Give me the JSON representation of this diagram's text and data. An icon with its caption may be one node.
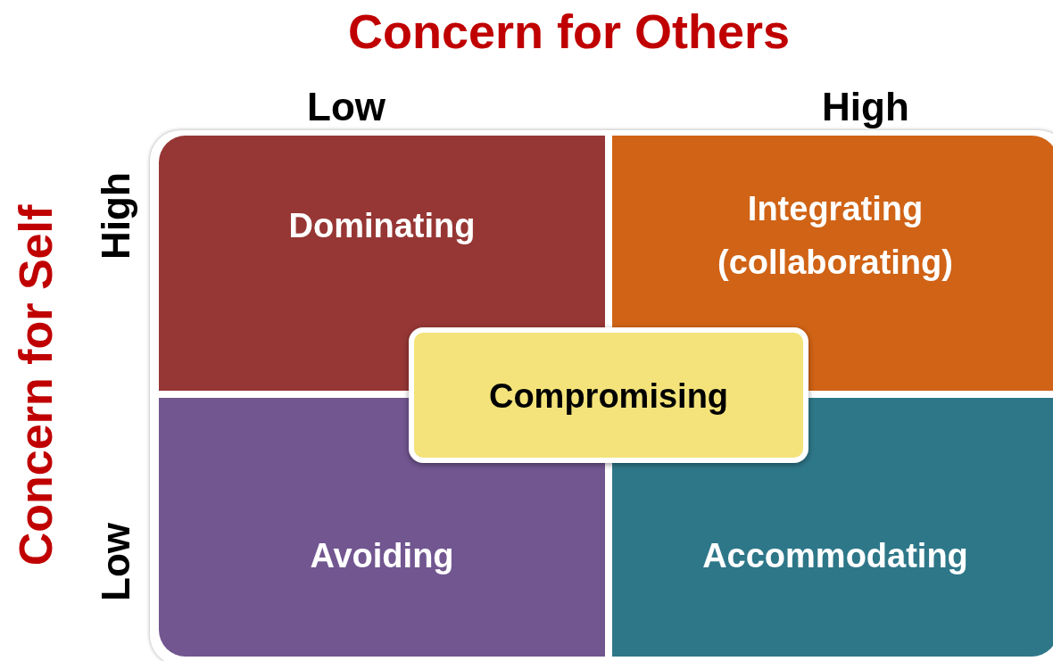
{
  "diagram": {
    "title": "Concern for Others",
    "nodes": [
      {
        "text": [
          "Dominating"
        ]
      },
      {
        "text": [
          "Integrating (collaborating)"
        ]
      },
      {
        "text": [
          "Avoiding"
        ]
      },
      {
        "text": [
          "Accommodating"
        ]
      },
      {
        "text": [
          "Compromising"
        ]
      }
    ],
    "labels": [
      "Low",
      "High",
      "Concern for Self",
      "High",
      "Low"
    ]
  }
}
